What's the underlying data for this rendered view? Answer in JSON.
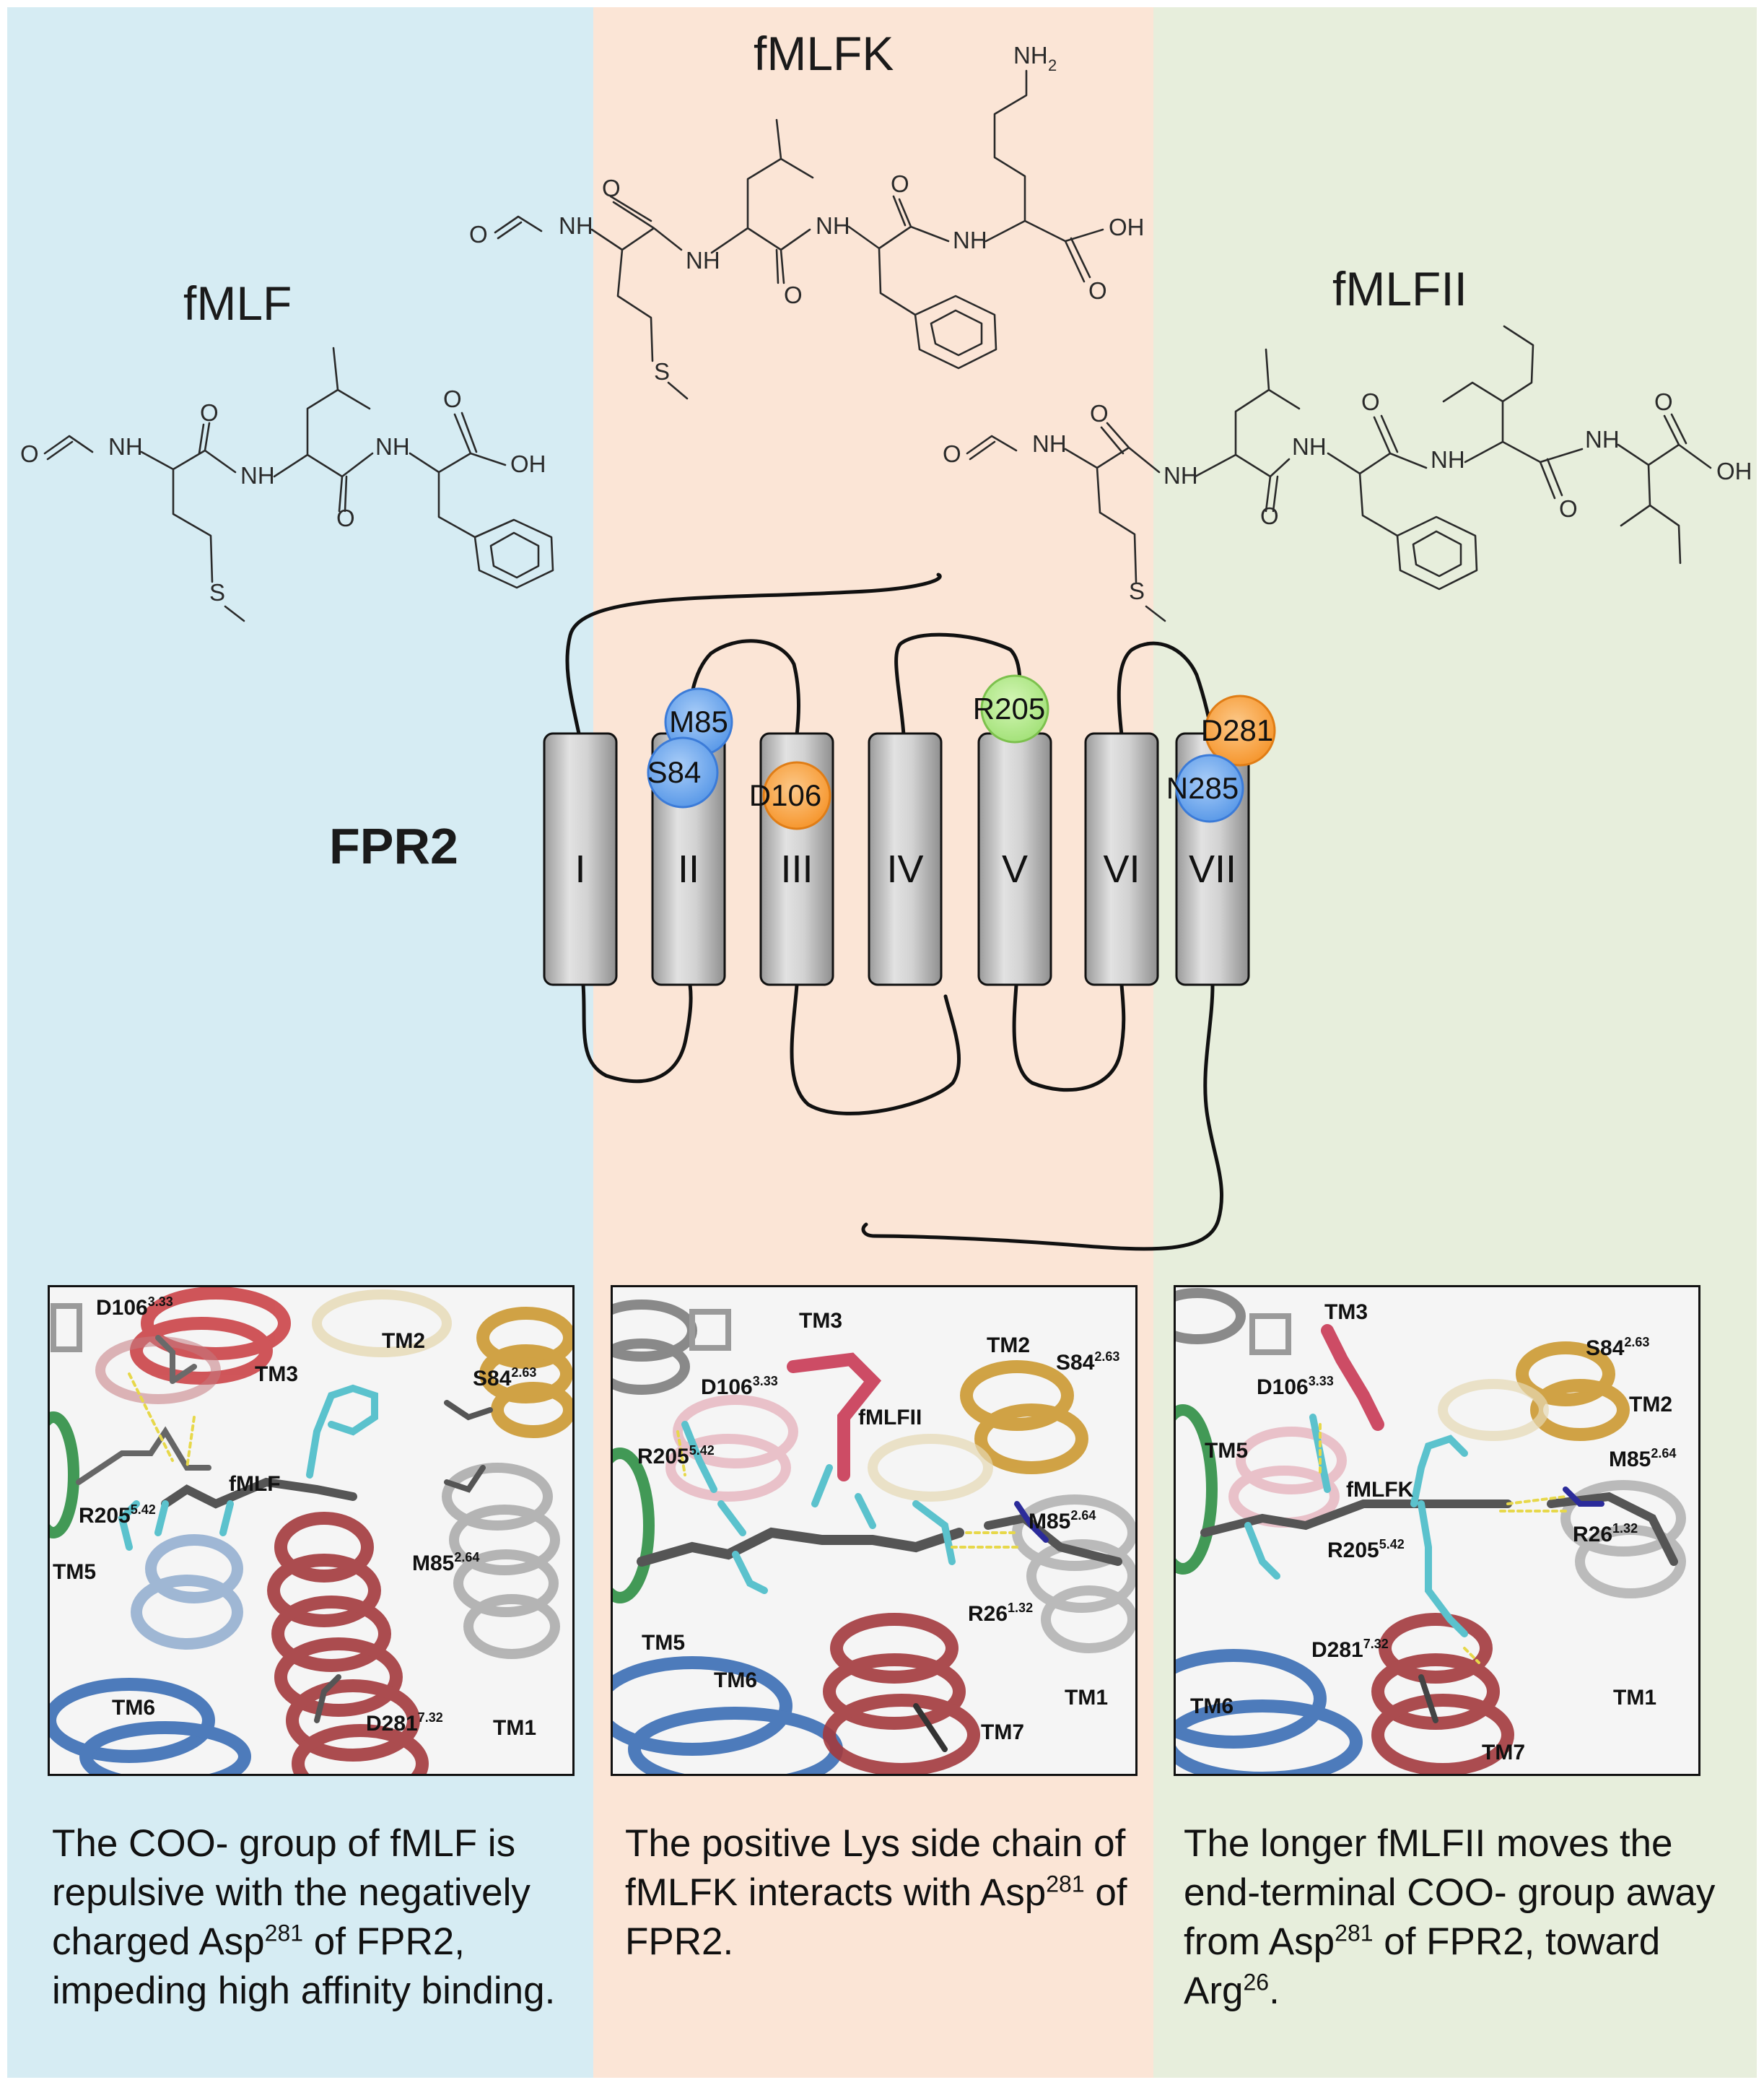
{
  "colors": {
    "left_band": "#d6ecf3",
    "middle_band": "#fbe5d6",
    "right_band": "#e7eedc",
    "residue_blue": "#6aa8f0",
    "residue_orange": "#f8a748",
    "residue_green": "#b5ea8c",
    "helix_fill": "#c9c9c9"
  },
  "peptides": {
    "left": {
      "title": "fMLF"
    },
    "middle": {
      "title": "fMLFK"
    },
    "right": {
      "title": "fMLFII"
    }
  },
  "atoms": {
    "O": "O",
    "NH": "NH",
    "OH": "OH",
    "S": "S",
    "NH2": "NH",
    "sub2": "2"
  },
  "receptor": {
    "label": "FPR2",
    "helices": [
      "I",
      "II",
      "III",
      "IV",
      "V",
      "VI",
      "VII"
    ],
    "residues": {
      "m85": "M85",
      "s84": "S84",
      "d106": "D106",
      "r205": "R205",
      "d281": "D281",
      "n285": "N285"
    }
  },
  "panels": {
    "p1": {
      "d106": "D106",
      "d106_sup": "3.33",
      "tm3": "TM3",
      "tm2": "TM2",
      "s84": "S84",
      "s84_sup": "2.63",
      "fmlf": "fMLF",
      "r205": "R205",
      "r205_sup": "5.42",
      "tm5": "TM5",
      "m85": "M85",
      "m85_sup": "2.64",
      "tm6": "TM6",
      "d281": "D281",
      "d281_sup": "7.32",
      "tm1": "TM1"
    },
    "p2": {
      "tm3": "TM3",
      "tm2": "TM2",
      "s84": "S84",
      "s84_sup": "2.63",
      "d106": "D106",
      "d106_sup": "3.33",
      "fmlfii": "fMLFII",
      "r205": "R205",
      "r205_sup": "5.42",
      "m85": "M85",
      "m85_sup": "2.64",
      "r26": "R26",
      "r26_sup": "1.32",
      "tm5": "TM5",
      "tm6": "TM6",
      "tm1": "TM1",
      "tm7": "TM7"
    },
    "p3": {
      "tm3": "TM3",
      "s84": "S84",
      "s84_sup": "2.63",
      "d106": "D106",
      "d106_sup": "3.33",
      "tm2": "TM2",
      "tm5": "TM5",
      "m85": "M85",
      "m85_sup": "2.64",
      "fmlfk": "fMLFK",
      "r26": "R26",
      "r26_sup": "1.32",
      "r205": "R205",
      "r205_sup": "5.42",
      "d281": "D281",
      "d281_sup": "7.32",
      "tm1": "TM1",
      "tm6": "TM6",
      "tm7": "TM7"
    }
  },
  "captions": {
    "c1": {
      "a": "The COO- group of fMLF is repulsive with the negatively charged Asp",
      "sup": "281",
      "b": " of FPR2, impeding high affinity binding."
    },
    "c2": {
      "a": "The positive Lys side chain of fMLFK interacts with Asp",
      "sup": "281",
      "b": " of FPR2."
    },
    "c3": {
      "a": "The longer fMLFII moves the end-terminal COO- group away from Asp",
      "sup1": "281",
      "b": " of FPR2, toward Arg",
      "sup2": "26",
      "c": "."
    }
  }
}
